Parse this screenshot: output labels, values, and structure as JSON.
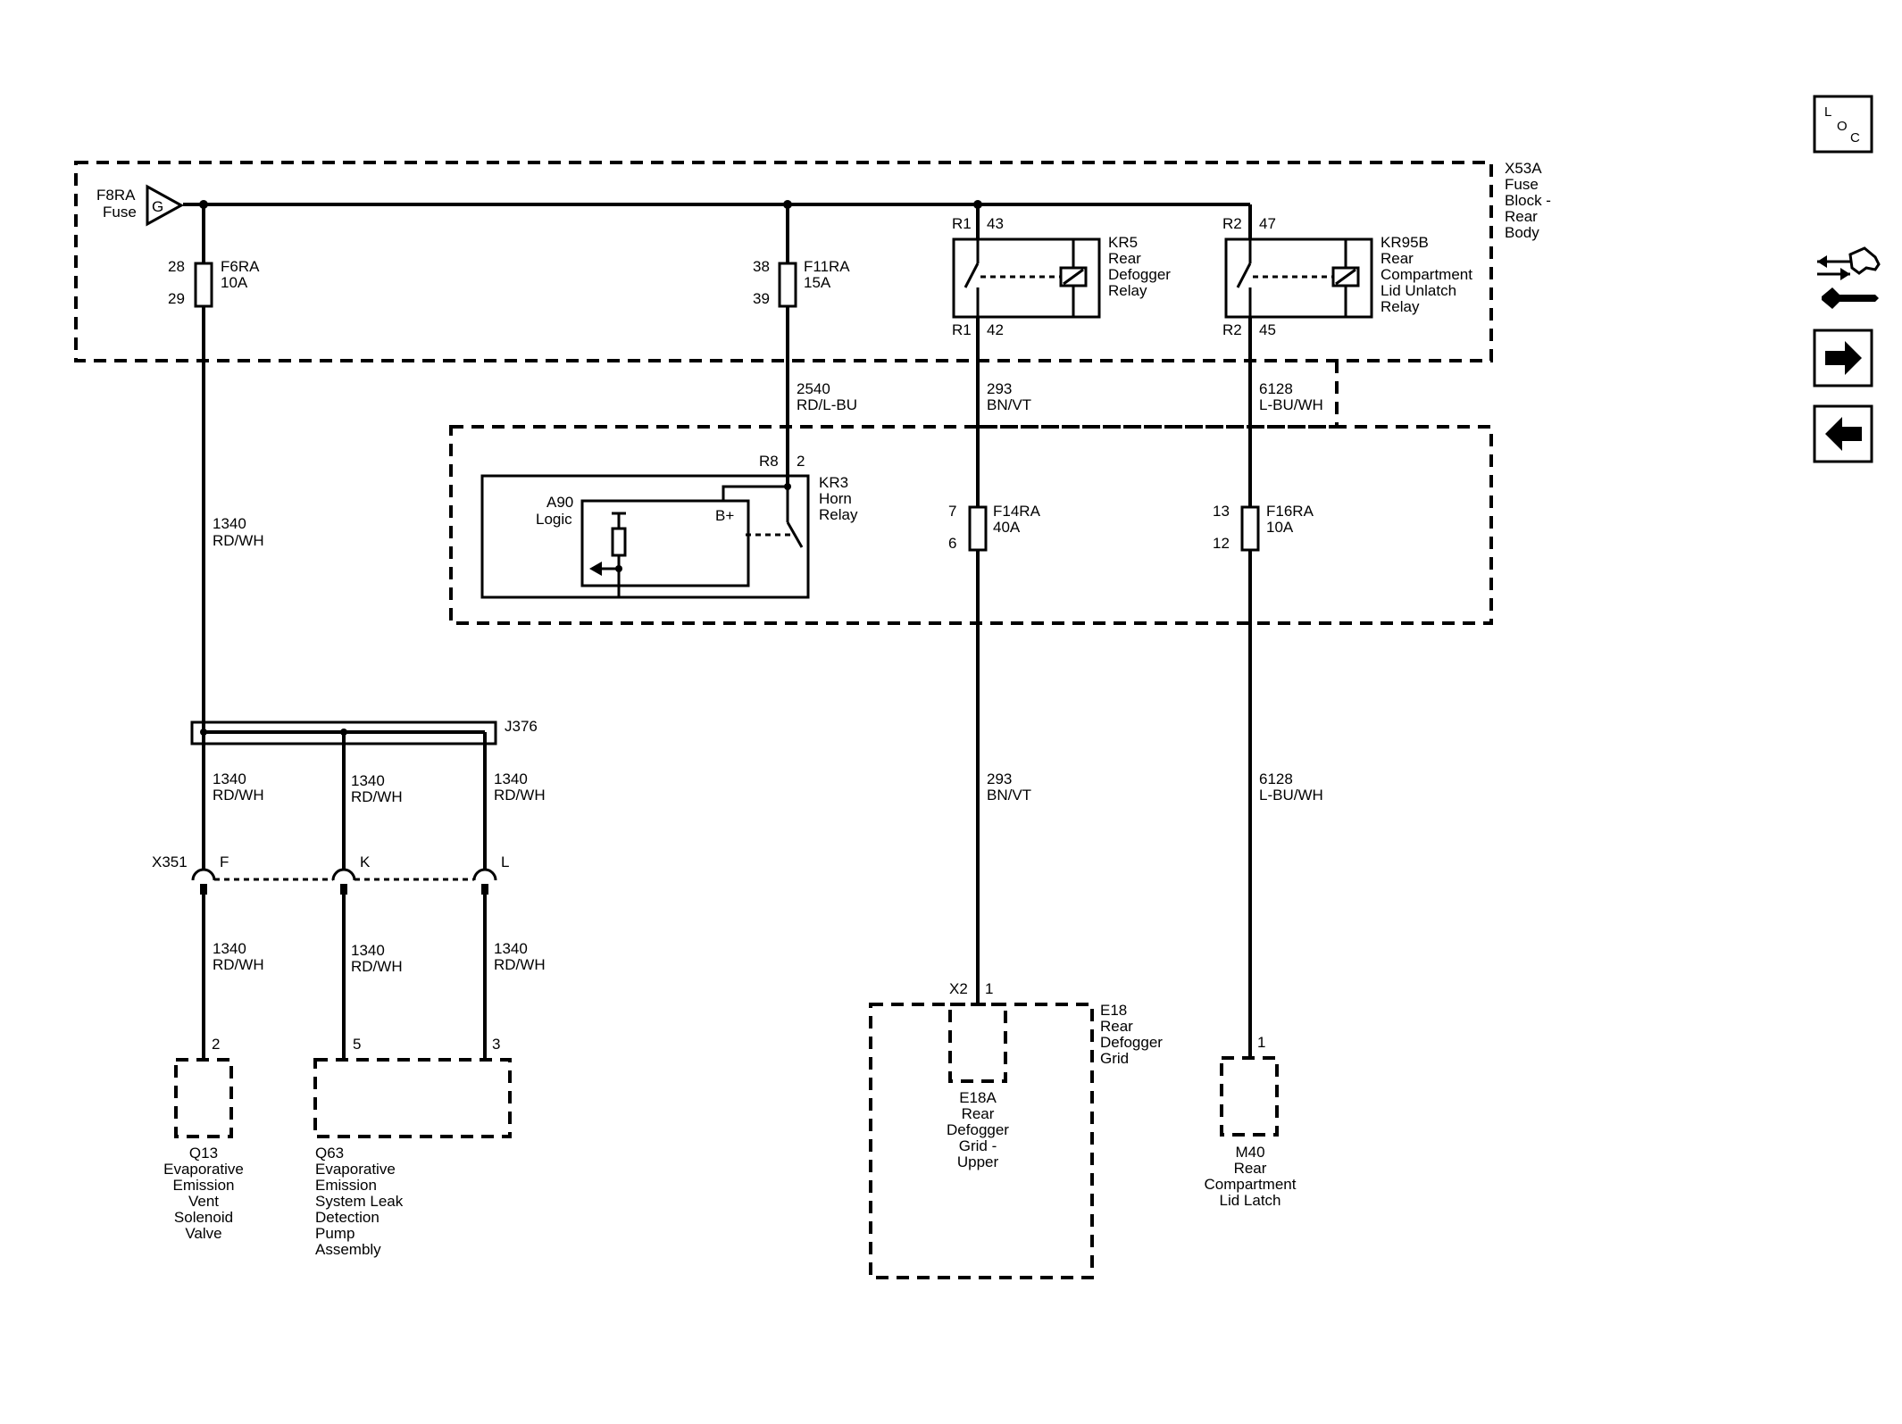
{
  "fuse_block": {
    "id": "X53A",
    "line1": "Fuse",
    "line2": "Block -",
    "line3": "Rear",
    "line4": "Body"
  },
  "source_fuse": {
    "id": "F8RA",
    "label": "Fuse",
    "symbol": "G"
  },
  "fuses": {
    "f6ra": {
      "id": "F6RA",
      "rating": "10A",
      "pin_in": "28",
      "pin_out": "29"
    },
    "f11ra": {
      "id": "F11RA",
      "rating": "15A",
      "pin_in": "38",
      "pin_out": "39"
    },
    "f14ra": {
      "id": "F14RA",
      "rating": "40A",
      "pin_in": "7",
      "pin_out": "6"
    },
    "f16ra": {
      "id": "F16RA",
      "rating": "10A",
      "pin_in": "13",
      "pin_out": "12"
    }
  },
  "relays": {
    "kr5": {
      "id": "KR5",
      "line1": "Rear",
      "line2": "Defogger",
      "line3": "Relay",
      "conn_top": "R1",
      "pin_top": "43",
      "conn_bot": "R1",
      "pin_bot": "42"
    },
    "kr95b": {
      "id": "KR95B",
      "line1": "Rear",
      "line2": "Compartment",
      "line3": "Lid Unlatch",
      "line4": "Relay",
      "conn_top": "R2",
      "pin_top": "47",
      "conn_bot": "R2",
      "pin_bot": "45"
    },
    "kr3": {
      "id": "KR3",
      "line1": "Horn",
      "line2": "Relay",
      "conn": "R8",
      "pin": "2"
    }
  },
  "logic": {
    "id": "A90",
    "label": "Logic",
    "bplus": "B+"
  },
  "wires": {
    "w2540": {
      "circuit": "2540",
      "color": "RD/L-BU"
    },
    "w293a": {
      "circuit": "293",
      "color": "BN/VT"
    },
    "w293b": {
      "circuit": "293",
      "color": "BN/VT"
    },
    "w6128a": {
      "circuit": "6128",
      "color": "L-BU/WH"
    },
    "w6128b": {
      "circuit": "6128",
      "color": "L-BU/WH"
    },
    "w1340_main": {
      "circuit": "1340",
      "color": "RD/WH"
    },
    "w1340_1": {
      "circuit": "1340",
      "color": "RD/WH"
    },
    "w1340_2": {
      "circuit": "1340",
      "color": "RD/WH"
    },
    "w1340_3": {
      "circuit": "1340",
      "color": "RD/WH"
    },
    "w1340_4": {
      "circuit": "1340",
      "color": "RD/WH"
    },
    "w1340_5": {
      "circuit": "1340",
      "color": "RD/WH"
    },
    "w1340_6": {
      "circuit": "1340",
      "color": "RD/WH"
    }
  },
  "splice": {
    "id": "J376"
  },
  "connector_x351": {
    "id": "X351",
    "pin_f": "F",
    "pin_k": "K",
    "pin_l": "L"
  },
  "components": {
    "q13": {
      "id": "Q13",
      "pin": "2",
      "line1": "Evaporative",
      "line2": "Emission",
      "line3": "Vent",
      "line4": "Solenoid",
      "line5": "Valve"
    },
    "q63": {
      "id": "Q63",
      "pin_a": "5",
      "pin_b": "3",
      "line1": "Evaporative",
      "line2": "Emission",
      "line3": "System Leak",
      "line4": "Detection",
      "line5": "Pump",
      "line6": "Assembly"
    },
    "e18": {
      "id": "E18",
      "line1": "Rear",
      "line2": "Defogger",
      "line3": "Grid",
      "conn": "X2",
      "pin": "1"
    },
    "e18a": {
      "id": "E18A",
      "line1": "Rear",
      "line2": "Defogger",
      "line3": "Grid -",
      "line4": "Upper"
    },
    "m40": {
      "id": "M40",
      "pin": "1",
      "line1": "Rear",
      "line2": "Compartment",
      "line3": "Lid Latch"
    }
  },
  "nav": {
    "loc_l": "L",
    "loc_o": "O",
    "loc_c": "C"
  },
  "icons": {
    "loc": "loc-icon",
    "connector": "connector-wrench-icon",
    "next": "arrow-right-icon",
    "prev": "arrow-left-icon"
  }
}
